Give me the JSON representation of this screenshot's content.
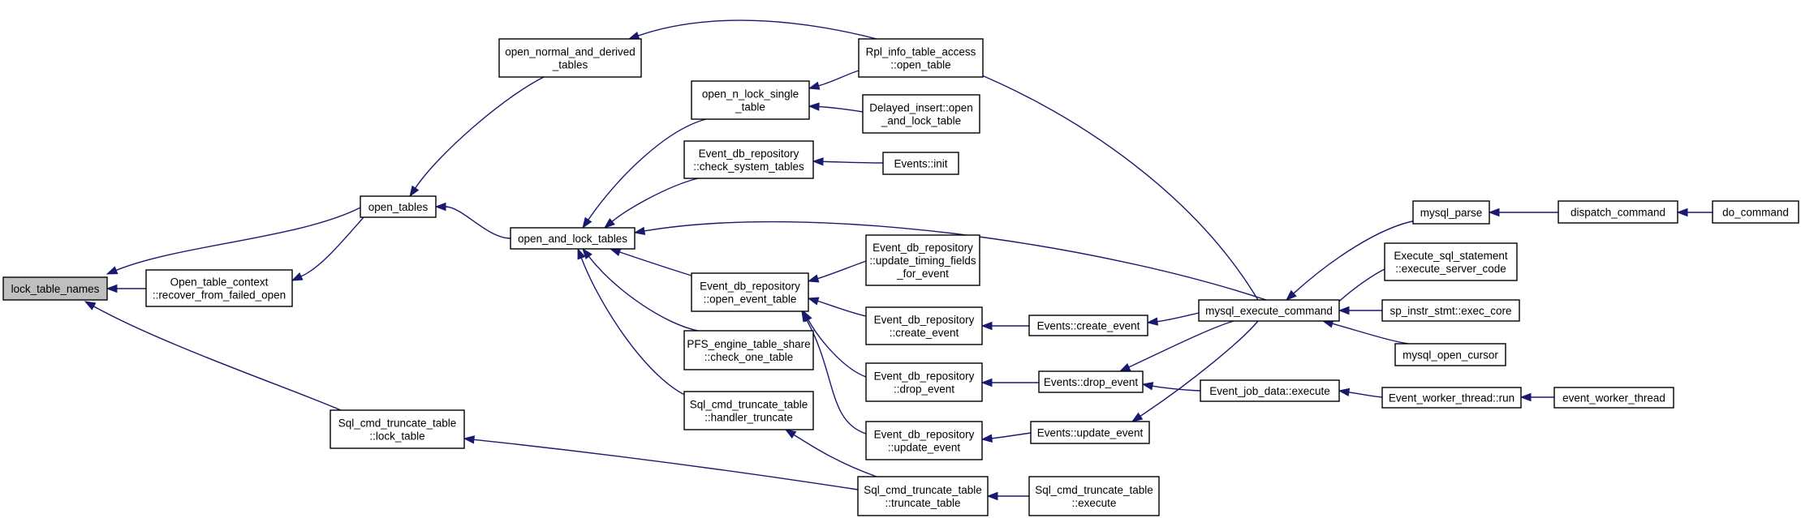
{
  "diagram": {
    "colors": {
      "edge": "#191970",
      "node_border": "#000000",
      "focus_fill": "#bfbfbf",
      "node_fill": "#ffffff",
      "background": "#ffffff"
    },
    "nodes": [
      {
        "id": "n0",
        "lines": [
          "lock_table_names"
        ],
        "focus": true
      },
      {
        "id": "n1",
        "lines": [
          "open_tables"
        ]
      },
      {
        "id": "n2",
        "lines": [
          "Open_table_context",
          "::recover_from_failed_open"
        ]
      },
      {
        "id": "n3",
        "lines": [
          "Sql_cmd_truncate_table",
          "::lock_table"
        ]
      },
      {
        "id": "n4",
        "lines": [
          "open_normal_and_derived",
          "_tables"
        ]
      },
      {
        "id": "n5",
        "lines": [
          "open_and_lock_tables"
        ]
      },
      {
        "id": "n6",
        "lines": [
          "mysql_execute_command"
        ]
      },
      {
        "id": "n7",
        "lines": [
          "open_n_lock_single",
          "_table"
        ]
      },
      {
        "id": "n8",
        "lines": [
          "Event_db_repository",
          "::check_system_tables"
        ]
      },
      {
        "id": "n9",
        "lines": [
          "Event_db_repository",
          "::open_event_table"
        ]
      },
      {
        "id": "n10",
        "lines": [
          "PFS_engine_table_share",
          "::check_one_table"
        ]
      },
      {
        "id": "n11",
        "lines": [
          "Sql_cmd_truncate_table",
          "::handler_truncate"
        ]
      },
      {
        "id": "n12",
        "lines": [
          "Rpl_info_table_access",
          "::open_table"
        ]
      },
      {
        "id": "n13",
        "lines": [
          "Delayed_insert::open",
          "_and_lock_table"
        ]
      },
      {
        "id": "n14",
        "lines": [
          "Events::init"
        ]
      },
      {
        "id": "n15",
        "lines": [
          "Event_db_repository",
          "::update_timing_fields",
          "_for_event"
        ]
      },
      {
        "id": "n16",
        "lines": [
          "Event_db_repository",
          "::create_event"
        ]
      },
      {
        "id": "n17",
        "lines": [
          "Event_db_repository",
          "::drop_event"
        ]
      },
      {
        "id": "n18",
        "lines": [
          "Event_db_repository",
          "::update_event"
        ]
      },
      {
        "id": "n19",
        "lines": [
          "Sql_cmd_truncate_table",
          "::truncate_table"
        ]
      },
      {
        "id": "n20",
        "lines": [
          "Events::create_event"
        ]
      },
      {
        "id": "n21",
        "lines": [
          "Events::drop_event"
        ]
      },
      {
        "id": "n22",
        "lines": [
          "Events::update_event"
        ]
      },
      {
        "id": "n23",
        "lines": [
          "Sql_cmd_truncate_table",
          "::execute"
        ]
      },
      {
        "id": "n24",
        "lines": [
          "Event_job_data::execute"
        ]
      },
      {
        "id": "n25",
        "lines": [
          "mysql_parse"
        ]
      },
      {
        "id": "n26",
        "lines": [
          "Execute_sql_statement",
          "::execute_server_code"
        ]
      },
      {
        "id": "n27",
        "lines": [
          "sp_instr_stmt::exec_core"
        ]
      },
      {
        "id": "n28",
        "lines": [
          "mysql_open_cursor"
        ]
      },
      {
        "id": "n29",
        "lines": [
          "Event_worker_thread::run"
        ]
      },
      {
        "id": "n30",
        "lines": [
          "dispatch_command"
        ]
      },
      {
        "id": "n31",
        "lines": [
          "event_worker_thread"
        ]
      },
      {
        "id": "n32",
        "lines": [
          "do_command"
        ]
      }
    ],
    "edges": [
      {
        "from": "n1",
        "to": "n0"
      },
      {
        "from": "n2",
        "to": "n0"
      },
      {
        "from": "n3",
        "to": "n0"
      },
      {
        "from": "n4",
        "to": "n1"
      },
      {
        "from": "n5",
        "to": "n1"
      },
      {
        "from": "n1",
        "to": "n2"
      },
      {
        "from": "n19",
        "to": "n3"
      },
      {
        "from": "n6",
        "to": "n4"
      },
      {
        "from": "n7",
        "to": "n5"
      },
      {
        "from": "n8",
        "to": "n5"
      },
      {
        "from": "n6",
        "to": "n5"
      },
      {
        "from": "n9",
        "to": "n5"
      },
      {
        "from": "n10",
        "to": "n5"
      },
      {
        "from": "n11",
        "to": "n5"
      },
      {
        "from": "n12",
        "to": "n7"
      },
      {
        "from": "n13",
        "to": "n7"
      },
      {
        "from": "n14",
        "to": "n8"
      },
      {
        "from": "n15",
        "to": "n9"
      },
      {
        "from": "n16",
        "to": "n9"
      },
      {
        "from": "n17",
        "to": "n9"
      },
      {
        "from": "n18",
        "to": "n9"
      },
      {
        "from": "n19",
        "to": "n11"
      },
      {
        "from": "n20",
        "to": "n16"
      },
      {
        "from": "n21",
        "to": "n17"
      },
      {
        "from": "n22",
        "to": "n18"
      },
      {
        "from": "n23",
        "to": "n19"
      },
      {
        "from": "n6",
        "to": "n20"
      },
      {
        "from": "n6",
        "to": "n21"
      },
      {
        "from": "n24",
        "to": "n21"
      },
      {
        "from": "n6",
        "to": "n22"
      },
      {
        "from": "n25",
        "to": "n6"
      },
      {
        "from": "n26",
        "to": "n6"
      },
      {
        "from": "n27",
        "to": "n6"
      },
      {
        "from": "n28",
        "to": "n6"
      },
      {
        "from": "n29",
        "to": "n24"
      },
      {
        "from": "n30",
        "to": "n25"
      },
      {
        "from": "n31",
        "to": "n29"
      },
      {
        "from": "n32",
        "to": "n30"
      }
    ]
  }
}
